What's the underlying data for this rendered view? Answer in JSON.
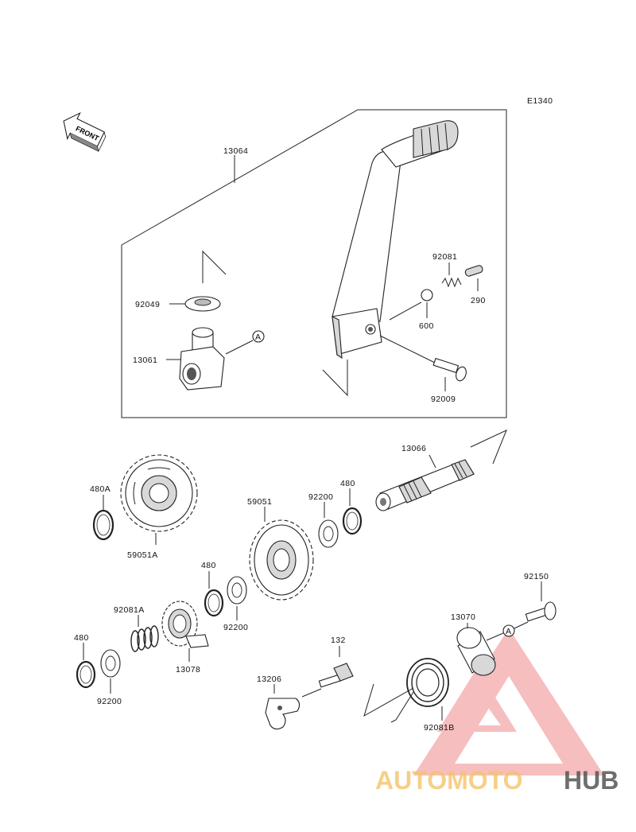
{
  "diagram_code": "E1340",
  "direction_label": "FRONT",
  "callouts": {
    "p13064": "13064",
    "p92081": "92081",
    "p290": "290",
    "p92049": "92049",
    "p600": "600",
    "p13061": "13061",
    "marker_a": "A",
    "p92009": "92009",
    "p13066": "13066",
    "p480a": "480A",
    "p59051": "59051",
    "p92200_upper": "92200",
    "p480_upper": "480",
    "p59051a": "59051A",
    "p480_mid": "480",
    "p92150": "92150",
    "p92081a": "92081A",
    "p92200_mid": "92200",
    "p13070": "13070",
    "p480_low": "480",
    "p13078": "13078",
    "p132": "132",
    "p13206": "13206",
    "p92200_low": "92200",
    "p92081b": "92081B"
  },
  "watermark": {
    "part1": "AUTOMOTO",
    "part2": "HUB",
    "color_primary": "#f08a8a",
    "color_secondary": "#f5c46a",
    "color_hub": "#555555"
  }
}
